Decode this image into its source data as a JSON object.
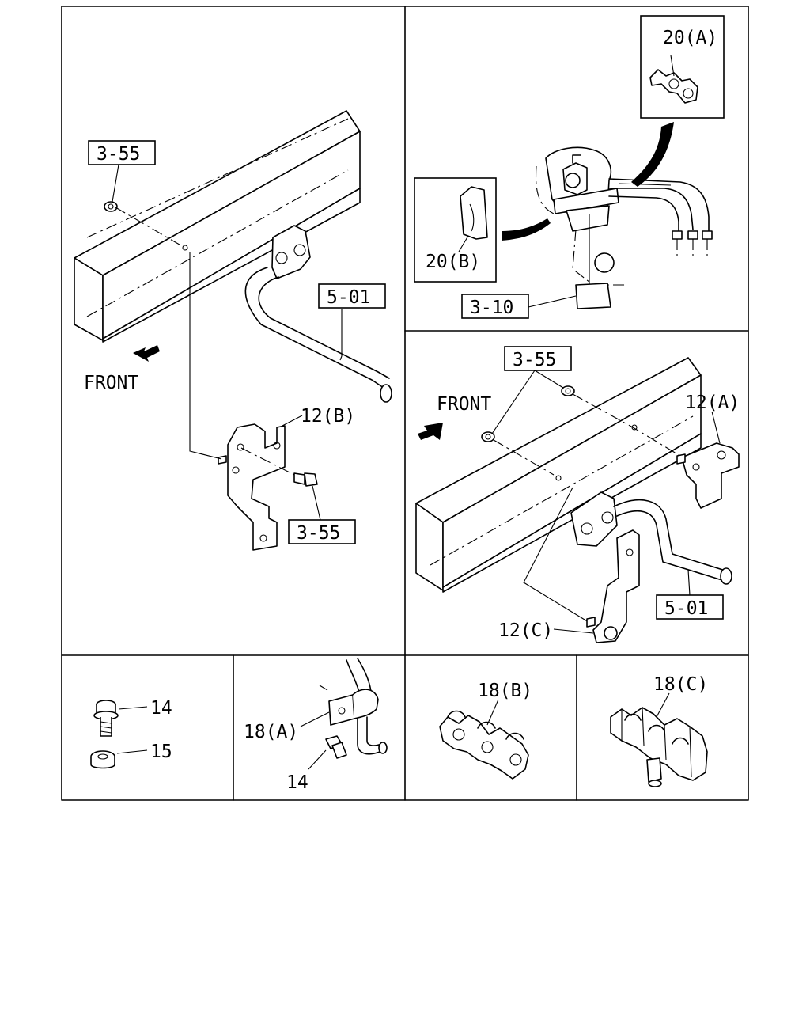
{
  "diagram": {
    "labels": {
      "p1_ref_355": "3-55",
      "p1_ref_501": "5-01",
      "p1_front": "FRONT",
      "p1_12b": "12(B)",
      "p1_ref_355_bolt": "3-55",
      "p2_20a": "20(A)",
      "p2_20b": "20(B)",
      "p2_ref_310": "3-10",
      "p3_ref_355": "3-55",
      "p3_front": "FRONT",
      "p3_12a": "12(A)",
      "p3_ref_501": "5-01",
      "p3_12c": "12(C)",
      "p4_14": "14",
      "p4_15": "15",
      "p5_18a": "18(A)",
      "p5_14": "14",
      "p6_18b": "18(B)",
      "p7_18c": "18(C)"
    }
  }
}
